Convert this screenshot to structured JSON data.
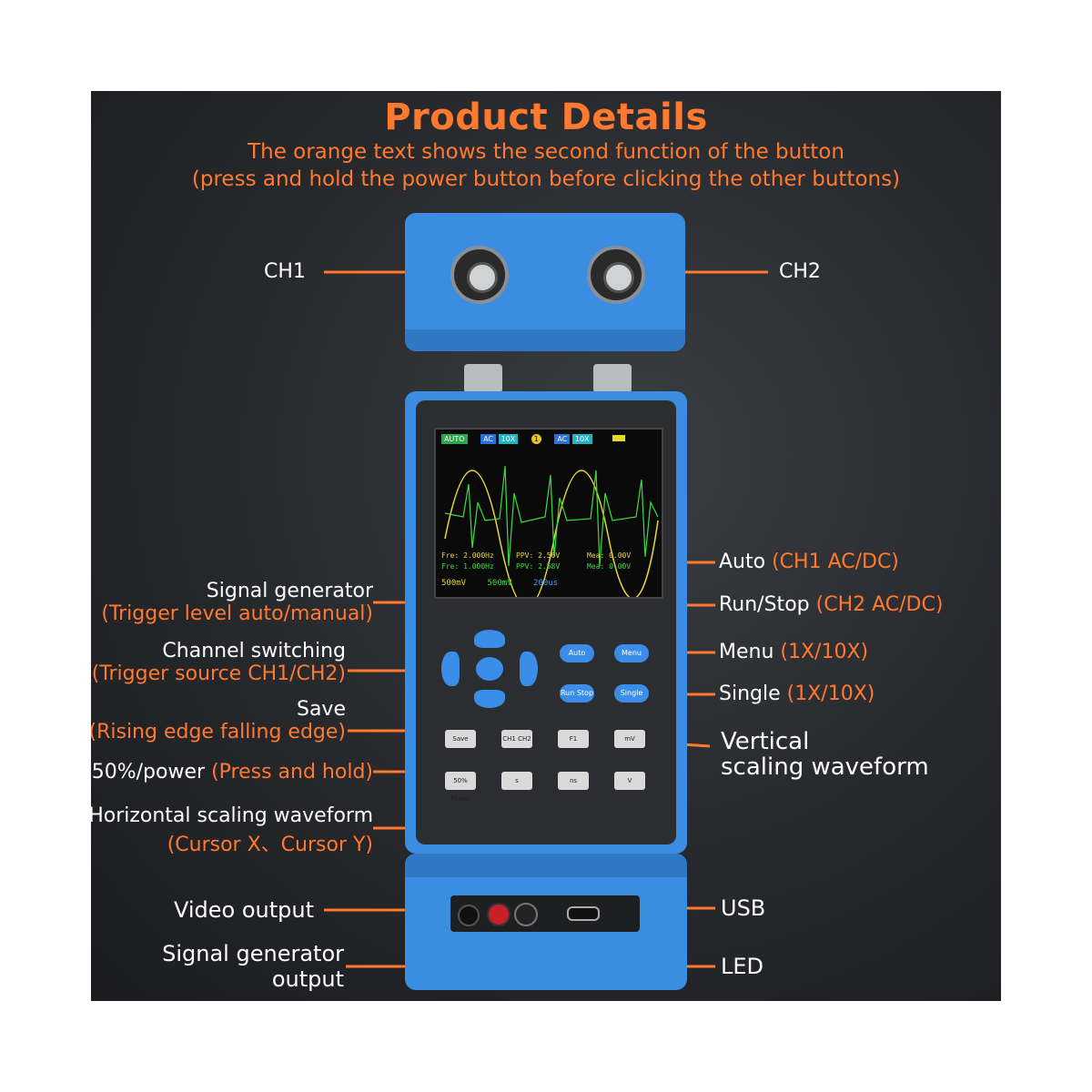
{
  "header": {
    "title": "Product Details",
    "subtitle_line1": "The orange text shows the second function of the button",
    "subtitle_line2": "(press and hold the power button before clicking the other buttons)"
  },
  "top_labels": {
    "ch1": "CH1",
    "ch2": "CH2"
  },
  "left_labels": {
    "signal_generator": "Signal generator",
    "signal_generator_alt": "(Trigger level auto/manual)",
    "channel_switching": "Channel switching",
    "channel_switching_alt": "(Trigger source CH1/CH2)",
    "save": "Save",
    "save_alt": "(Rising edge falling edge)",
    "power": "50%/power",
    "power_alt": "(Press and hold)",
    "horizontal": "Horizontal scaling waveform",
    "horizontal_alt": "(Cursor X、Cursor Y)"
  },
  "right_labels": {
    "auto": "Auto",
    "auto_alt": "(CH1 AC/DC)",
    "runstop": "Run/Stop",
    "runstop_alt": "(CH2 AC/DC)",
    "menu": "Menu",
    "menu_alt": "(1X/10X)",
    "single": "Single",
    "single_alt": "(1X/10X)",
    "vertical_line1": "Vertical",
    "vertical_line2": "scaling waveform"
  },
  "bottom_labels": {
    "video": "Video output",
    "siggen_line1": "Signal generator",
    "siggen_line2": "output",
    "usb": "USB",
    "led": "LED"
  },
  "screen": {
    "badges": [
      "AUTO",
      "AC",
      "10X",
      "1",
      "AC",
      "10X"
    ],
    "freq1": "Fre: 2.000Hz",
    "freq2": "Fre: 1.000Hz",
    "vpp1": "PPV: 2.56V",
    "vpp2": "PPV: 2.58V",
    "mea1": "Mea: 0.00V",
    "mea2": "Mea: 0.00V",
    "ch1_scale": "500mV",
    "ch2_scale": "500mV",
    "time_scale": "200us"
  },
  "device_buttons": {
    "auto": "Auto",
    "menu": "Menu",
    "runstop": "Run Stop",
    "single": "Single",
    "save": "Save",
    "ch": "CH1 CH2",
    "f1": "F1",
    "mv": "mV",
    "power": "50% Power",
    "s": "s",
    "ns": "ns",
    "v": "V"
  },
  "colors": {
    "accent": "#ff7a2e",
    "device_blue": "#3a8de0",
    "background": "#26282c"
  }
}
